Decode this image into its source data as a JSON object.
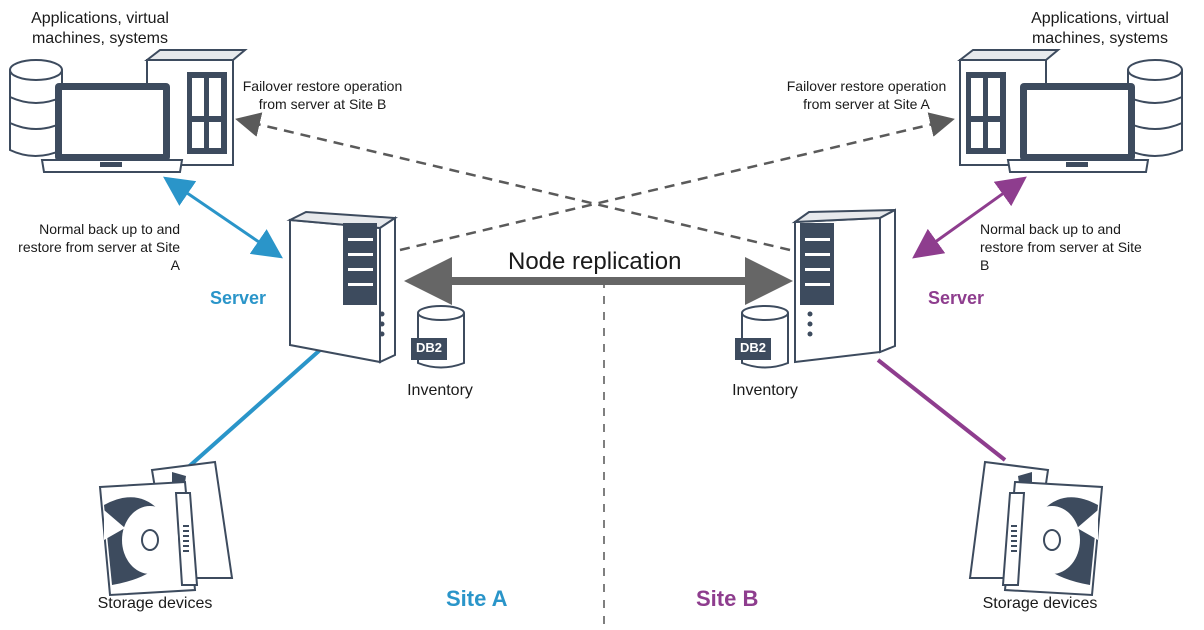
{
  "diagram": {
    "title": "Node replication",
    "left": {
      "clients_label": "Applications, virtual machines, systems",
      "failover_label": "Failover restore operation from server at Site B",
      "normal_label": "Normal back up to and restore from server at Site A",
      "server_label": "Server",
      "db_badge": "DB2",
      "inventory_label": "Inventory",
      "storage_label": "Storage devices",
      "site_label": "Site A",
      "color": "#2a95c9"
    },
    "right": {
      "clients_label": "Applications, virtual machines, systems",
      "failover_label": "Failover restore operation from server at Site A",
      "normal_label": "Normal back up to and restore from server at Site B",
      "server_label": "Server",
      "db_badge": "DB2",
      "inventory_label": "Inventory",
      "storage_label": "Storage devices",
      "site_label": "Site B",
      "color": "#8e3d8e"
    },
    "icon_color": "#3d4b5e",
    "connector_color": "#666666"
  }
}
